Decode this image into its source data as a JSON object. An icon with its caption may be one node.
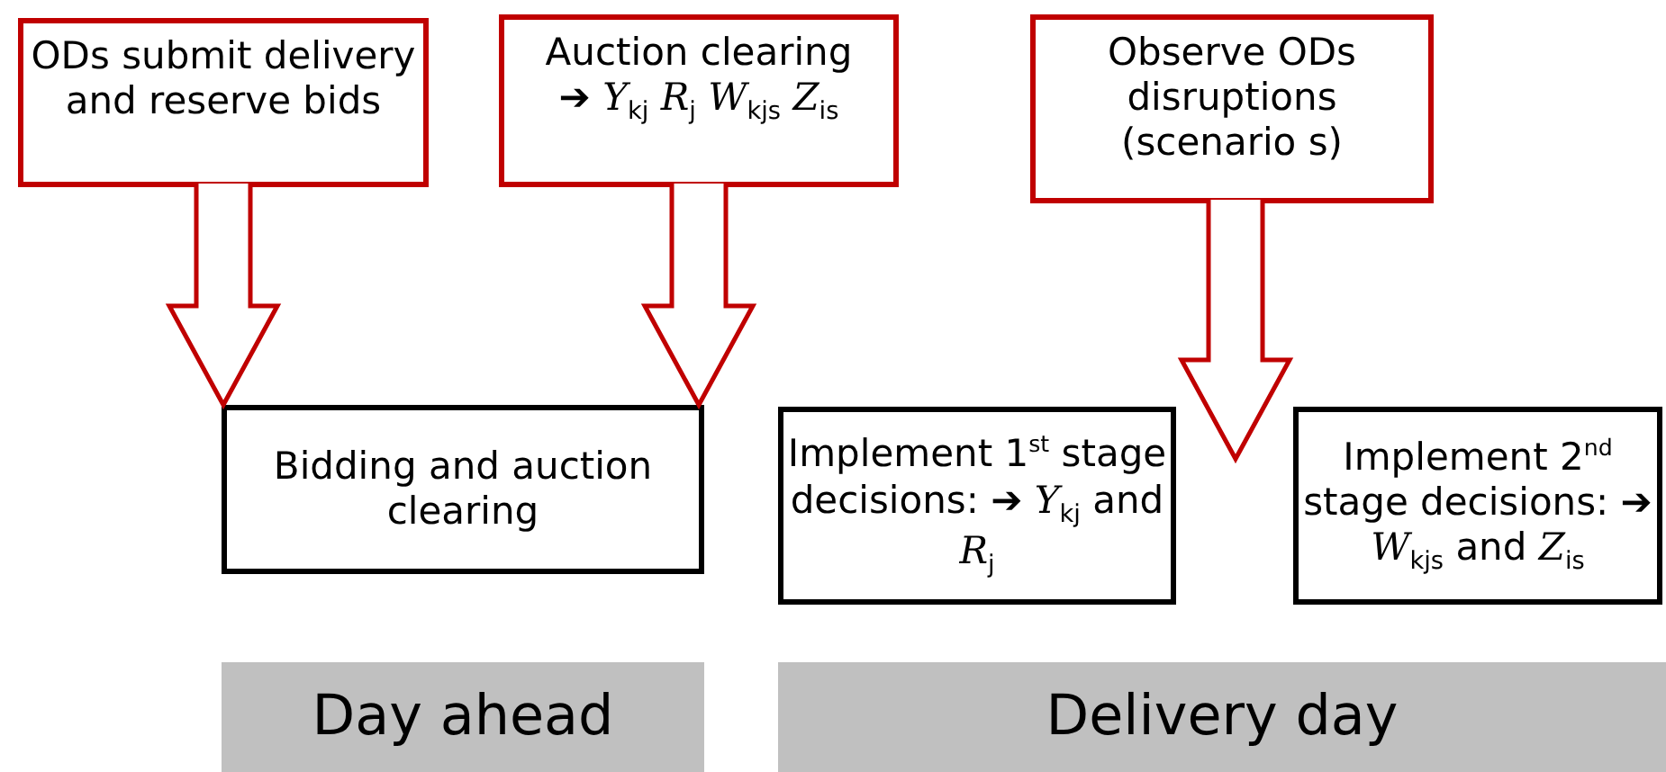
{
  "diagram": {
    "nodes": [
      {
        "text": [
          "ODs submit delivery and reserve bids"
        ]
      },
      {
        "text": [
          "Auction clearing",
          "➔ *Y*$_{kj}$ *R*$_{j}$ *W*$_{kjs}$ *Z*$_{is}$"
        ]
      },
      {
        "text": [
          "Observe ODs disruptions (scenario s)"
        ]
      },
      {
        "text": [
          "Bidding and auction clearing"
        ]
      },
      {
        "text": [
          "Implement 1$^{st}$ stage decisions: ➔ *Y*$_{kj}$ and *R*$_{j}$"
        ]
      },
      {
        "text": [
          "Implement 2$^{nd}$ stage decisions: ➔ *W*$_{kjs}$ and *Z*$_{is}$"
        ]
      },
      {
        "text": [
          "Day ahead"
        ]
      },
      {
        "text": [
          "Delivery day"
        ]
      }
    ],
    "edges": [
      {
        "from": 0,
        "to": 3,
        "arrow": "to"
      },
      {
        "from": 1,
        "to": 3,
        "arrow": "to"
      },
      {
        "from": 2,
        "to": null,
        "arrow": "to"
      }
    ]
  }
}
